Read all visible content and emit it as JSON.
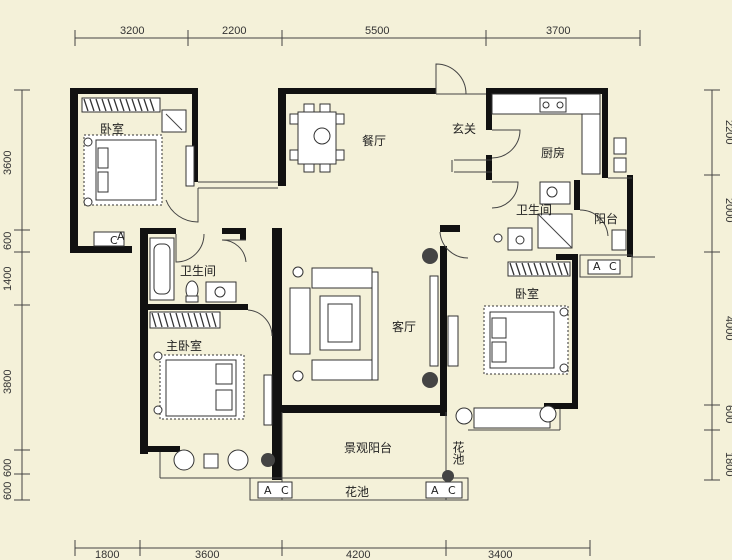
{
  "dimensions": {
    "top": [
      "3200",
      "2200",
      "5500",
      "3700"
    ],
    "bottom": [
      "1800",
      "3600",
      "4200",
      "3400"
    ],
    "left": [
      "3600",
      "600",
      "1400",
      "3800",
      "600",
      "600"
    ],
    "right": [
      "2200",
      "2000",
      "4000",
      "600",
      "1800"
    ]
  },
  "rooms": {
    "bedroom_top_left": "卧室",
    "dining": "餐厅",
    "entrance": "玄关",
    "kitchen": "厨房",
    "bathroom_right": "卫生间",
    "balcony_right": "阳台",
    "bathroom_left": "卫生间",
    "living": "客厅",
    "bedroom_right": "卧室",
    "master_bedroom": "主卧室",
    "landscape_balcony": "景观阳台",
    "flower_bed_bottom": "花池",
    "flower_bed_side": "花池"
  },
  "ac_labels": [
    "A",
    "C"
  ]
}
